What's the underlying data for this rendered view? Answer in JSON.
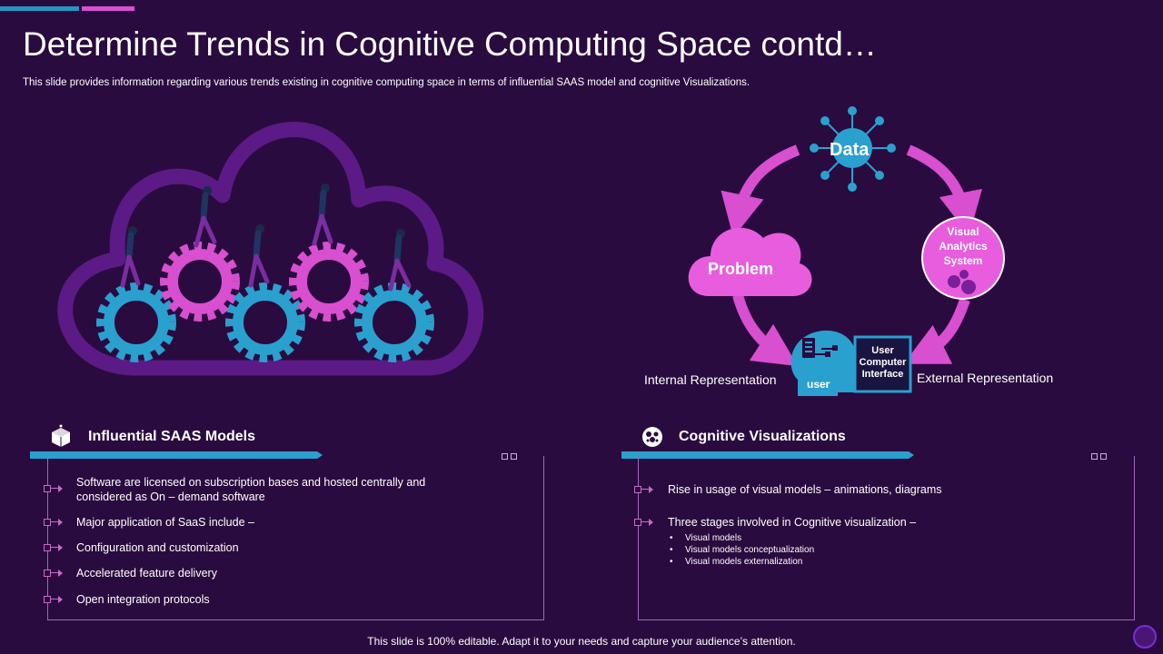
{
  "header": {
    "title": "Determine Trends in Cognitive Computing Space contd…",
    "subtitle": "This slide provides information regarding various trends existing in cognitive computing space in terms of influential SAAS model and cognitive Visualizations."
  },
  "diagram": {
    "data_label": "Data",
    "problem_label": "Problem",
    "visual_system_label": "Visual Analytics System",
    "user_label": "user",
    "interface_label": "User Computer Interface",
    "internal_label": "Internal Representation",
    "external_label": "External Representation"
  },
  "saas": {
    "heading": "Influential SAAS Models",
    "items": [
      "Software are licensed on subscription bases and hosted centrally and considered as On – demand software",
      "Major application of SaaS include –",
      "Configuration and customization",
      "Accelerated feature delivery",
      "Open integration protocols"
    ]
  },
  "cognitive": {
    "heading": "Cognitive Visualizations",
    "items": [
      "Rise in usage of visual models – animations, diagrams",
      "Three stages involved in Cognitive visualization –"
    ],
    "stages": [
      "Visual models",
      "Visual models conceptualization",
      "Visual models externalization"
    ]
  },
  "footer": {
    "text": "This slide is 100% editable. Adapt it to your needs and capture your audience’s attention."
  },
  "colors": {
    "background": "#2a0b3f",
    "pink": "#d84fd0",
    "blue": "#2596be",
    "purple": "#6a1f8f"
  }
}
